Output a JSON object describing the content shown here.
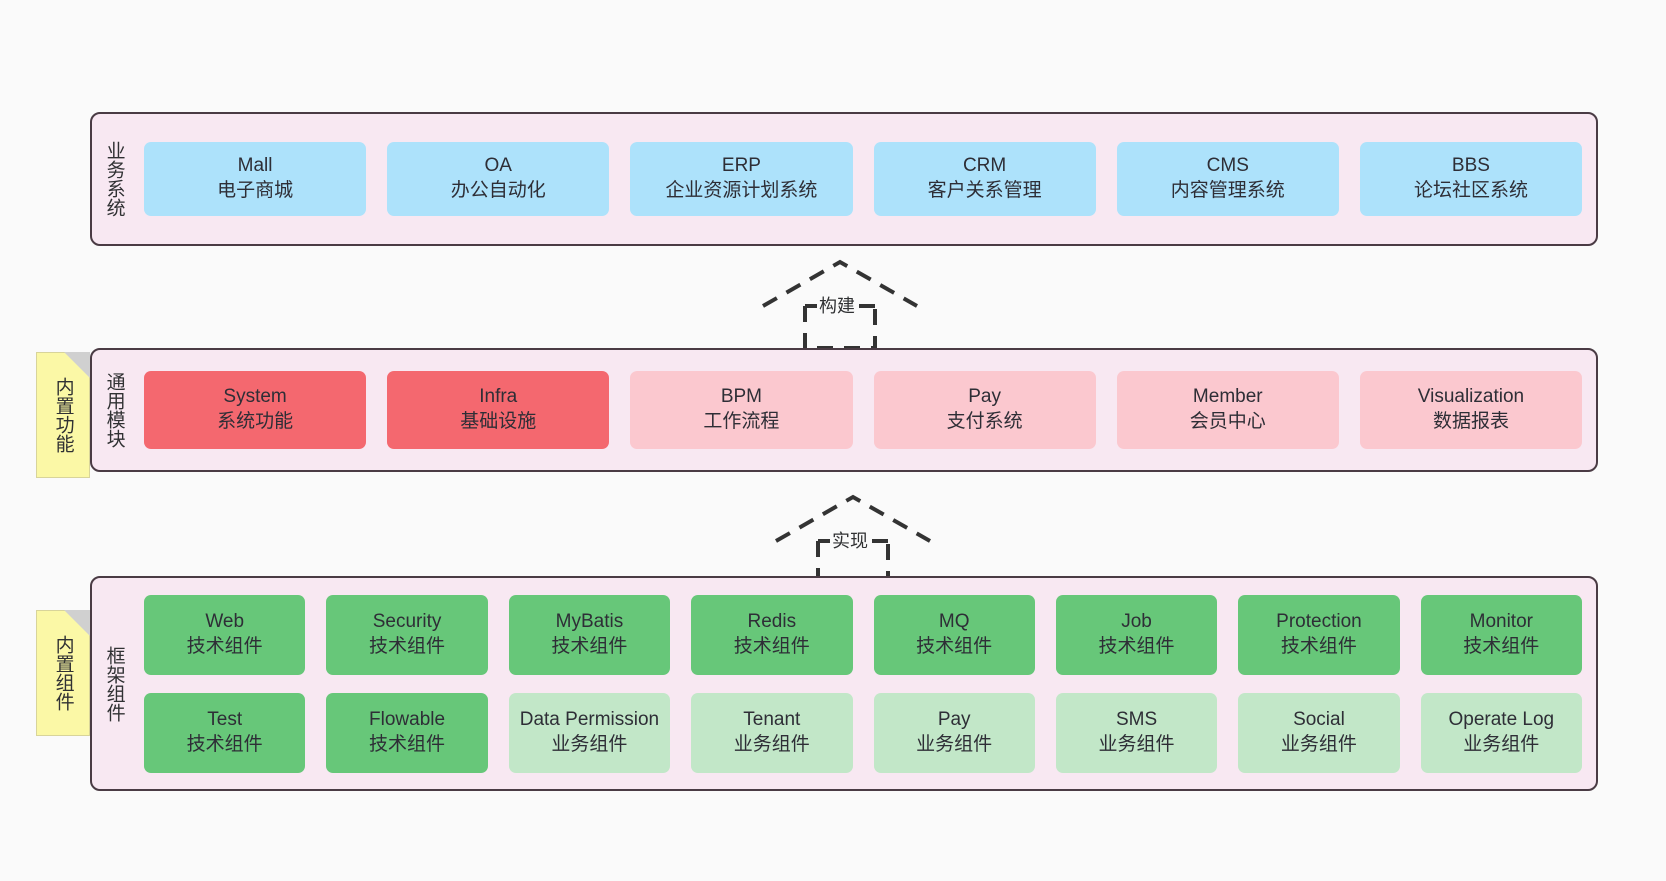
{
  "diagram": {
    "background_color": "#fafafa",
    "layer_fill": "#f8e8f2",
    "layer_border": "#4a3b44",
    "note_fill": "#fbf8a6",
    "colors": {
      "blue": "#ade2fb",
      "red": "#f4686f",
      "pink": "#fbc8cf",
      "green": "#67c779",
      "light_green": "#c2e7c8"
    }
  },
  "notes": [
    {
      "text": "内置功能"
    },
    {
      "text": "内置组件"
    }
  ],
  "arrows": [
    {
      "label": "构建",
      "style": "dashed-hollow-generalization",
      "direction": "up"
    },
    {
      "label": "实现",
      "style": "dashed-hollow-generalization",
      "direction": "up"
    }
  ],
  "layers": [
    {
      "title": "业务系统",
      "rows": [
        [
          {
            "name": "Mall",
            "desc": "电子商城",
            "color": "blue"
          },
          {
            "name": "OA",
            "desc": "办公自动化",
            "color": "blue"
          },
          {
            "name": "ERP",
            "desc": "企业资源计划系统",
            "color": "blue"
          },
          {
            "name": "CRM",
            "desc": "客户关系管理",
            "color": "blue"
          },
          {
            "name": "CMS",
            "desc": "内容管理系统",
            "color": "blue"
          },
          {
            "name": "BBS",
            "desc": "论坛社区系统",
            "color": "blue"
          }
        ]
      ]
    },
    {
      "title": "通用模块",
      "rows": [
        [
          {
            "name": "System",
            "desc": "系统功能",
            "color": "red"
          },
          {
            "name": "Infra",
            "desc": "基础设施",
            "color": "red"
          },
          {
            "name": "BPM",
            "desc": "工作流程",
            "color": "pink"
          },
          {
            "name": "Pay",
            "desc": "支付系统",
            "color": "pink"
          },
          {
            "name": "Member",
            "desc": "会员中心",
            "color": "pink"
          },
          {
            "name": "Visualization",
            "desc": "数据报表",
            "color": "pink"
          }
        ]
      ]
    },
    {
      "title": "框架组件",
      "rows": [
        [
          {
            "name": "Web",
            "desc": "技术组件",
            "color": "green"
          },
          {
            "name": "Security",
            "desc": "技术组件",
            "color": "green"
          },
          {
            "name": "MyBatis",
            "desc": "技术组件",
            "color": "green"
          },
          {
            "name": "Redis",
            "desc": "技术组件",
            "color": "green"
          },
          {
            "name": "MQ",
            "desc": "技术组件",
            "color": "green"
          },
          {
            "name": "Job",
            "desc": "技术组件",
            "color": "green"
          },
          {
            "name": "Protection",
            "desc": "技术组件",
            "color": "green"
          },
          {
            "name": "Monitor",
            "desc": "技术组件",
            "color": "green"
          }
        ],
        [
          {
            "name": "Test",
            "desc": "技术组件",
            "color": "green"
          },
          {
            "name": "Flowable",
            "desc": "技术组件",
            "color": "green"
          },
          {
            "name": "Data Permission",
            "desc": "业务组件",
            "color": "lightgreen"
          },
          {
            "name": "Tenant",
            "desc": "业务组件",
            "color": "lightgreen"
          },
          {
            "name": "Pay",
            "desc": "业务组件",
            "color": "lightgreen"
          },
          {
            "name": "SMS",
            "desc": "业务组件",
            "color": "lightgreen"
          },
          {
            "name": "Social",
            "desc": "业务组件",
            "color": "lightgreen"
          },
          {
            "name": "Operate Log",
            "desc": "业务组件",
            "color": "lightgreen"
          }
        ]
      ]
    }
  ]
}
